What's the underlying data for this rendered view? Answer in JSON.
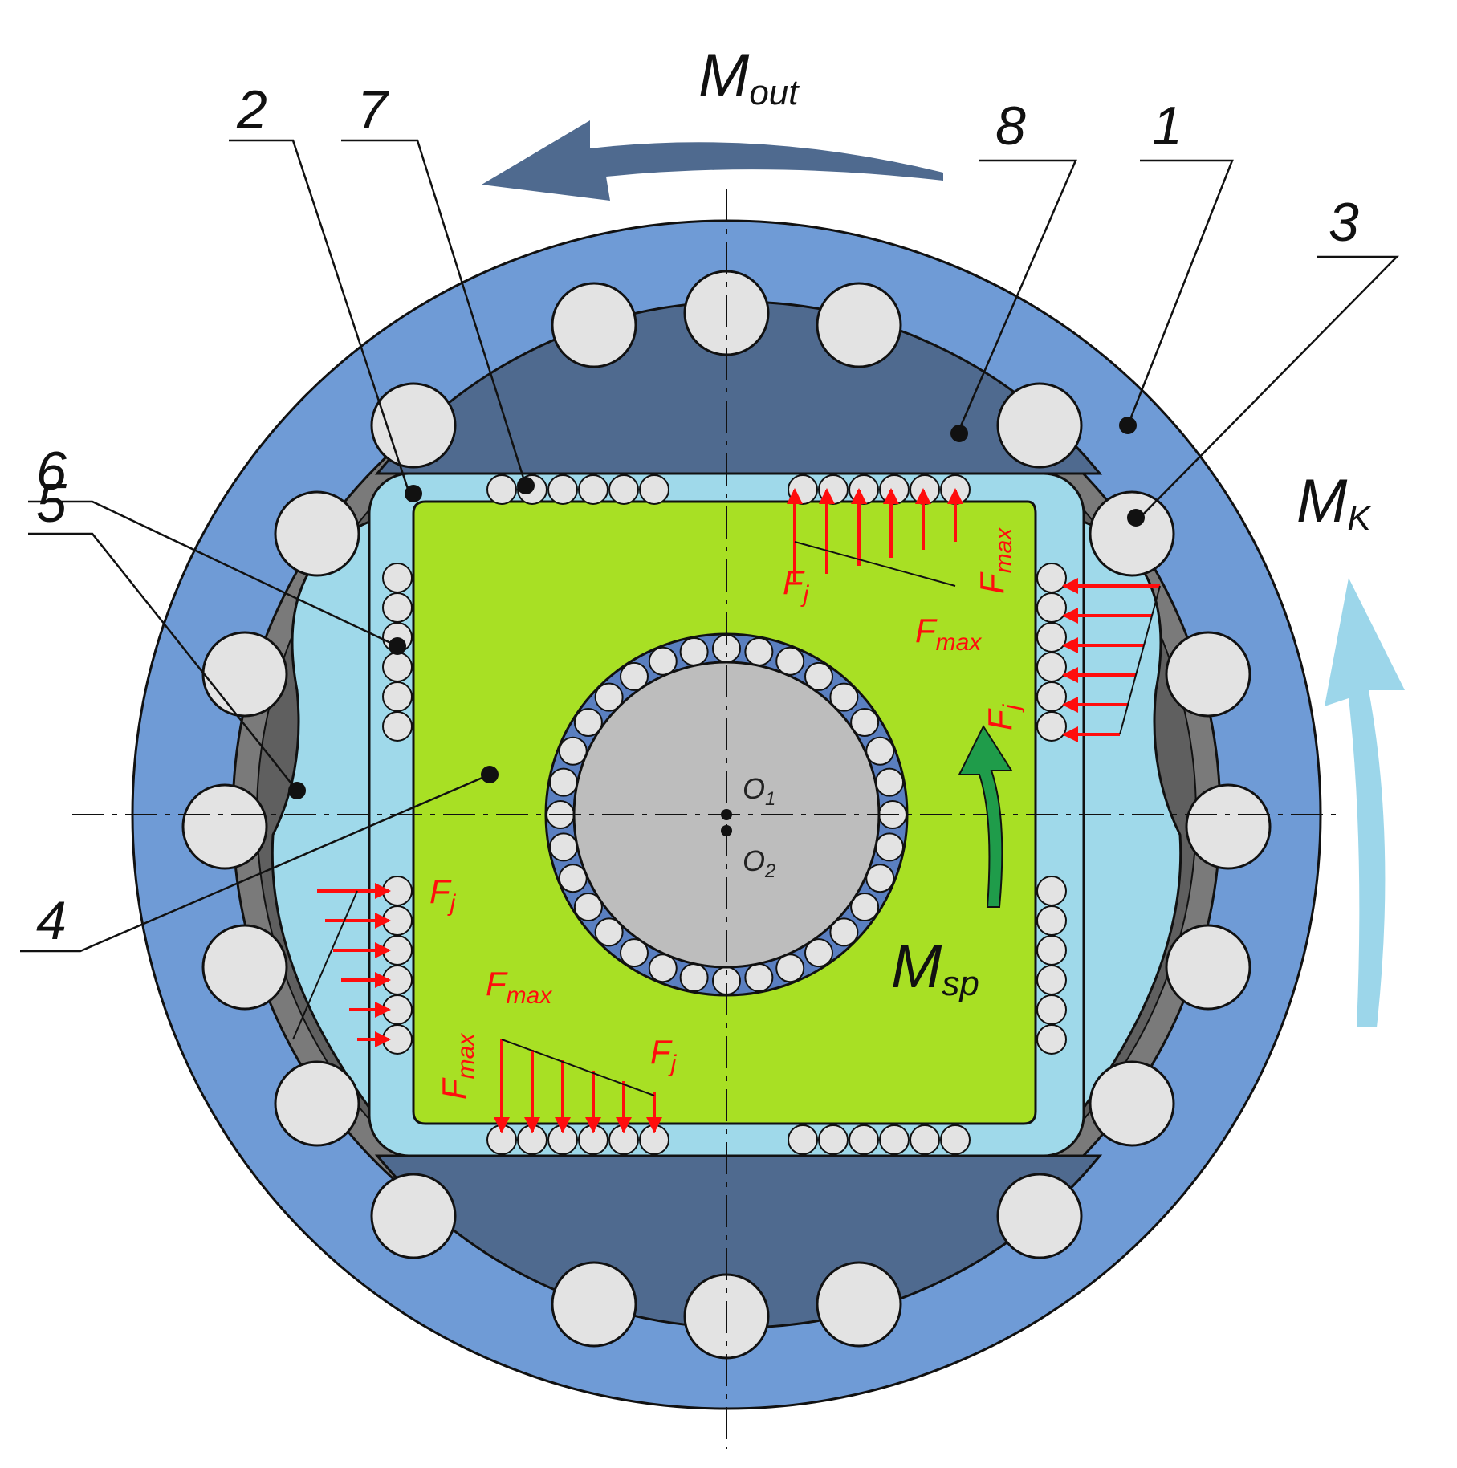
{
  "colors": {
    "housing": "#6f9bd6",
    "rotor": "#4f6a8f",
    "chamber": "#9fd9ea",
    "slider": "#a8e024",
    "ring": "#7a7a7a",
    "shaft": "#bdbdbd",
    "bearing": "#5a7fc0",
    "ball": "#e3e3e3",
    "force": "#ff0d0d",
    "msp_arrow": "#1f9c4a",
    "mk_arrow": "#9cd6ea",
    "mout_arrow": "#4f6a8f"
  },
  "part_labels": [
    {
      "id": "1",
      "text": "1"
    },
    {
      "id": "2",
      "text": "2"
    },
    {
      "id": "3",
      "text": "3"
    },
    {
      "id": "4",
      "text": "4"
    },
    {
      "id": "5",
      "text": "5"
    },
    {
      "id": "6",
      "text": "6"
    },
    {
      "id": "7",
      "text": "7"
    },
    {
      "id": "8",
      "text": "8"
    }
  ],
  "moments": {
    "out": {
      "main": "M",
      "sub": "out"
    },
    "k": {
      "main": "M",
      "sub": "K"
    },
    "sp": {
      "main": "M",
      "sub": "sp"
    }
  },
  "centers": {
    "o1": {
      "main": "O",
      "sub": "1"
    },
    "o2": {
      "main": "O",
      "sub": "2"
    }
  },
  "forces": {
    "fj": {
      "main": "F",
      "sub": "j"
    },
    "fmax": {
      "main": "F",
      "sub": "max"
    }
  }
}
